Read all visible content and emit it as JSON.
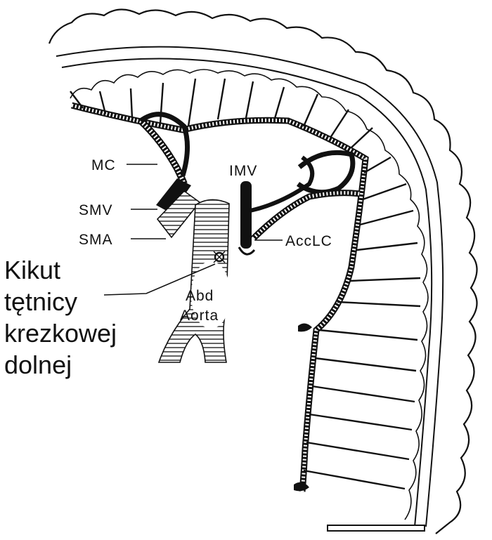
{
  "labels": {
    "mc": "MC",
    "smv": "SMV",
    "sma": "SMA",
    "imv": "IMV",
    "acclc": "AccLC",
    "abd": "Abd",
    "aorta": "Aorta"
  },
  "caption": {
    "line1": "Kikut",
    "line2": "tętnicy",
    "line3": "krezkowej",
    "line4": "dolnej"
  }
}
